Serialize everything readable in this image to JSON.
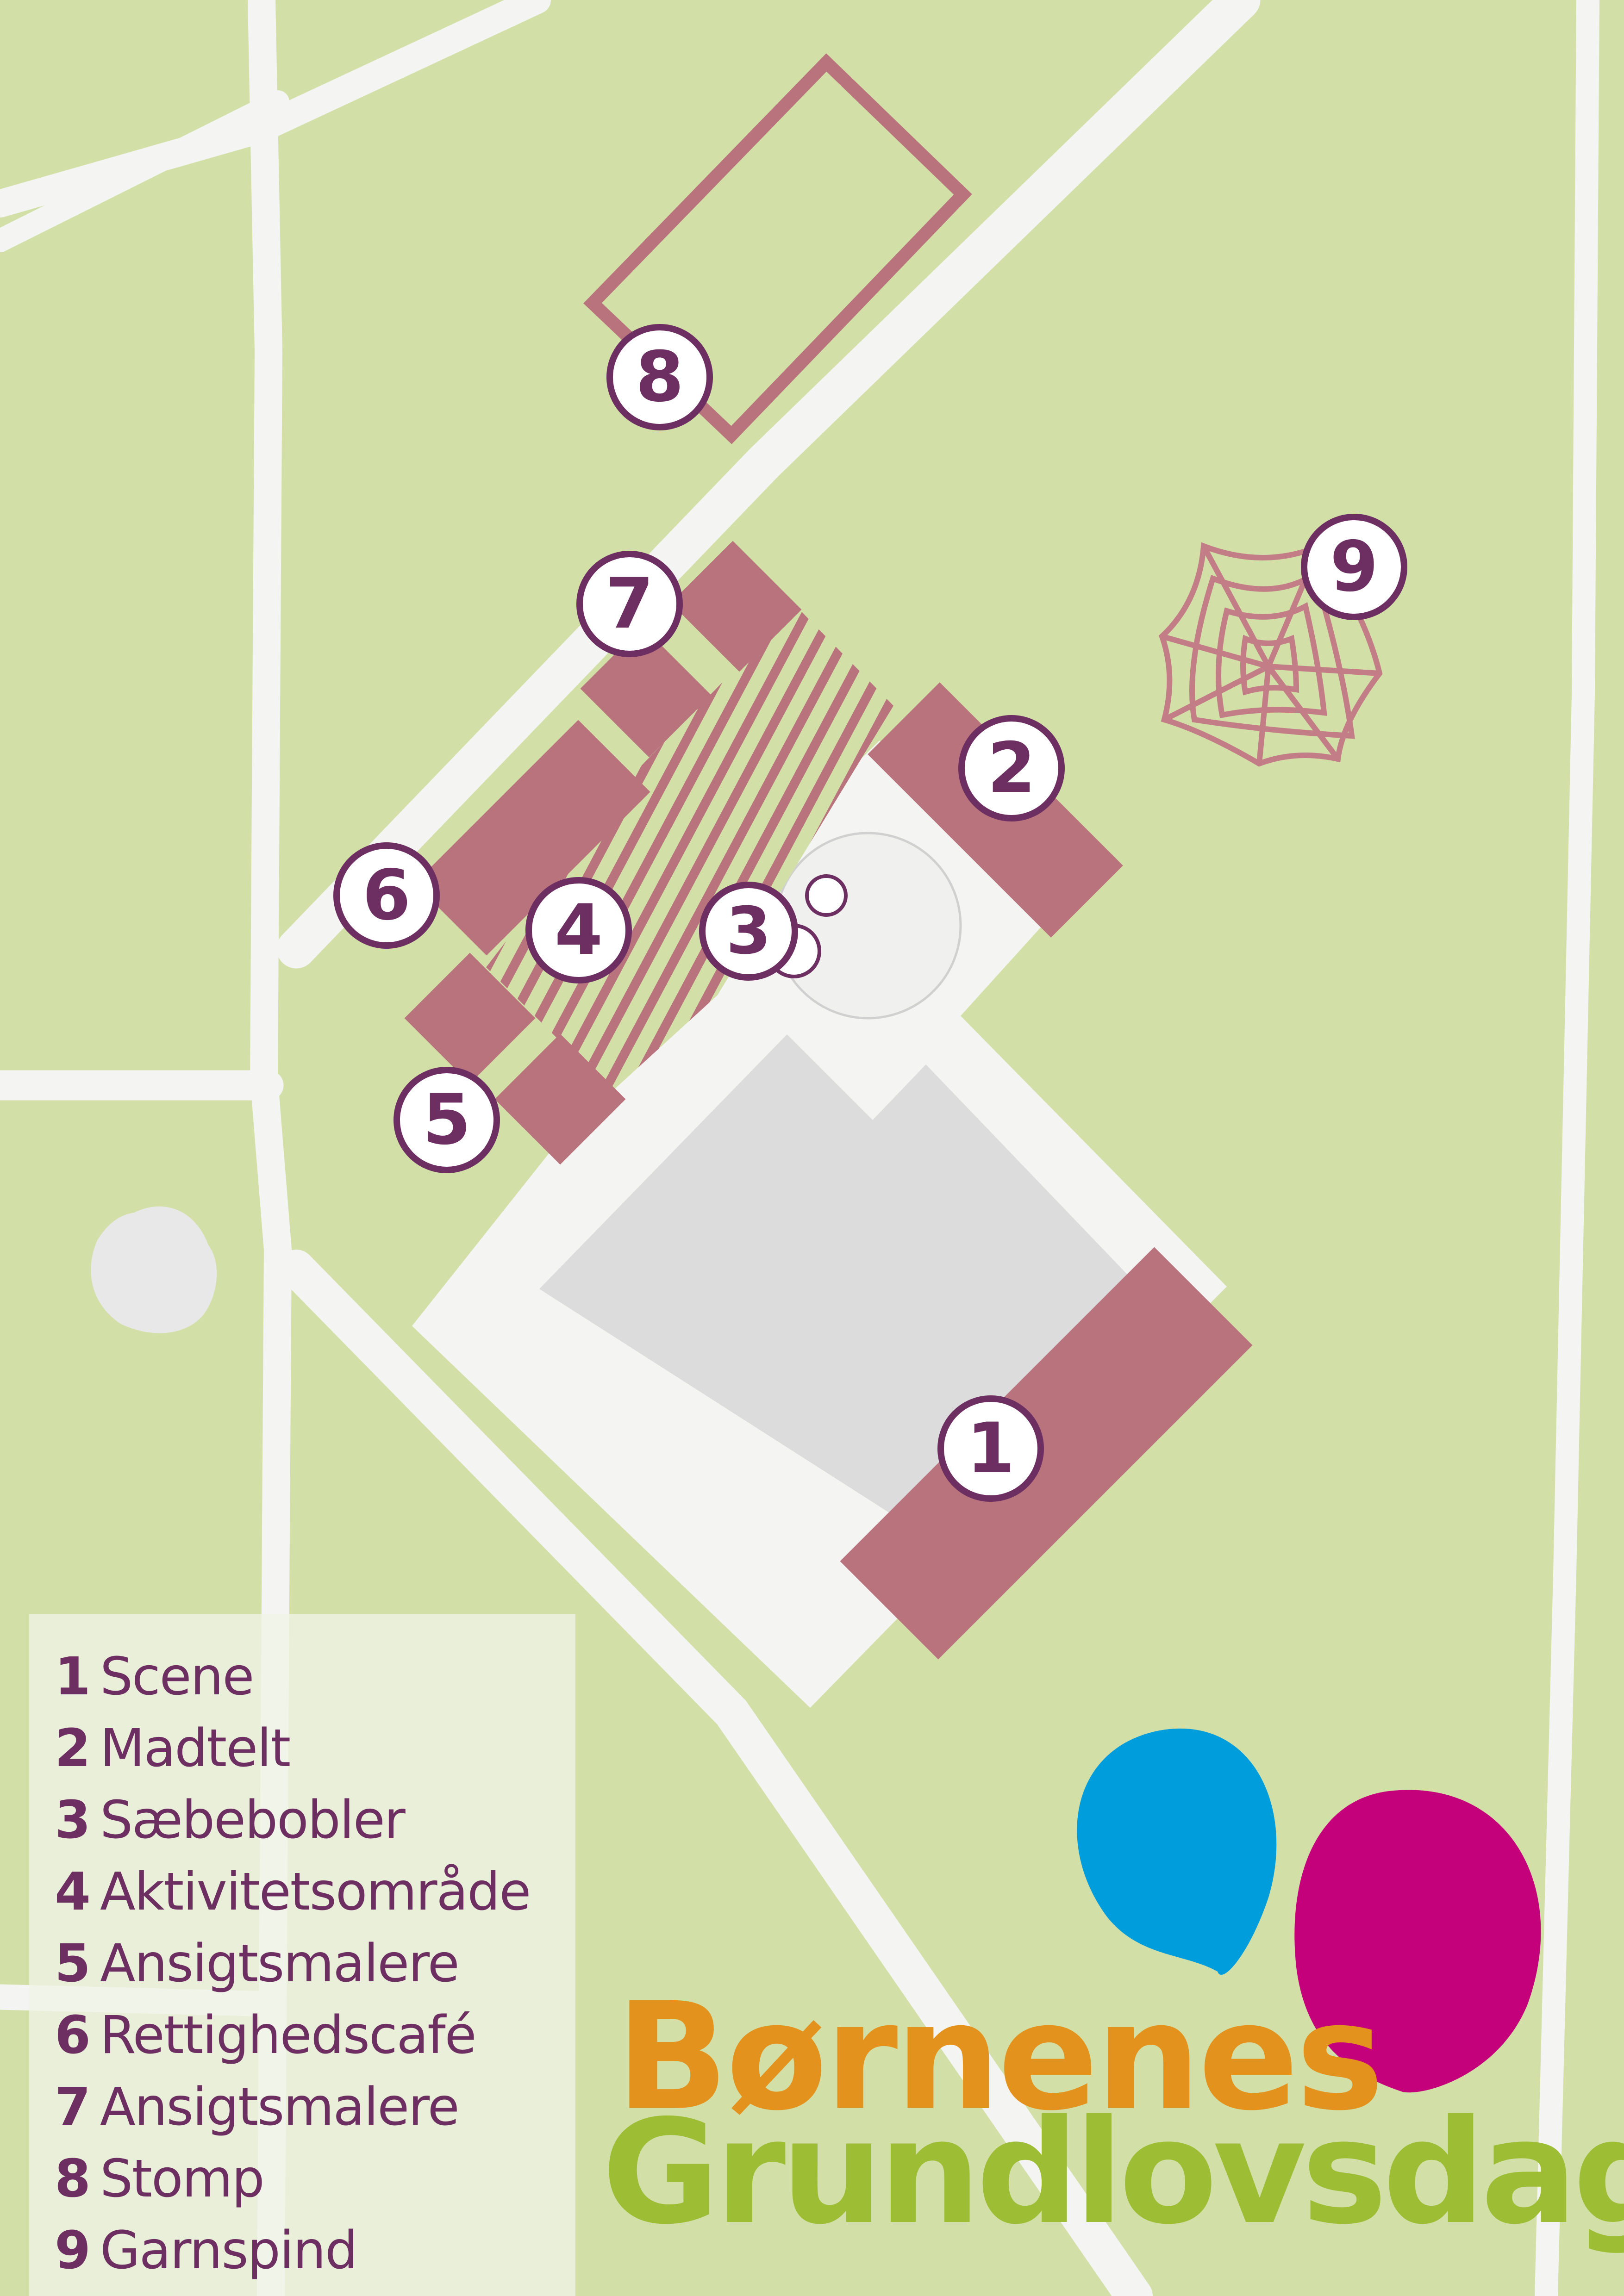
{
  "markers": [
    {
      "number": "1",
      "name": "Scene"
    },
    {
      "number": "2",
      "name": "Madtelt"
    },
    {
      "number": "3",
      "name": "Sæbebobler"
    },
    {
      "number": "4",
      "name": "Aktivitetsområde"
    },
    {
      "number": "5",
      "name": "Ansigtsmalere"
    },
    {
      "number": "6",
      "name": "Rettighedscafé"
    },
    {
      "number": "7",
      "name": "Ansigtsmalere"
    },
    {
      "number": "8",
      "name": "Stomp"
    },
    {
      "number": "9",
      "name": "Garnspind"
    }
  ],
  "brand": {
    "line1": "Børnenes",
    "line2": "Grundlovsdag"
  },
  "colors": {
    "grass": "#d2e0a8",
    "path": "#f4f4f2",
    "plaza": "#dcdcdc",
    "tent": "#b8737d",
    "marker": "#6d2e62",
    "balloon_blue": "#009ddc",
    "balloon_magenta": "#c4007a",
    "brand_orange": "#e4921e",
    "brand_green": "#9dbd34"
  }
}
